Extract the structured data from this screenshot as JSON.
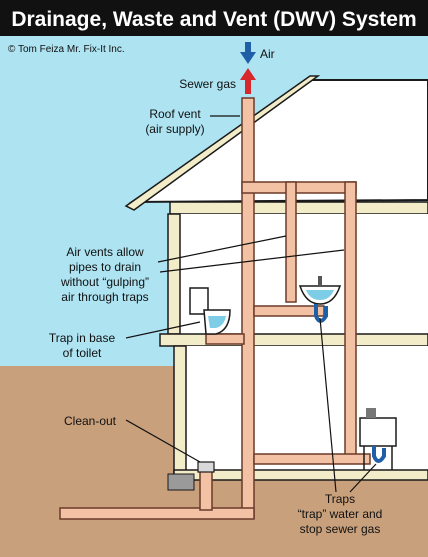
{
  "title": "Drainage, Waste and Vent (DWV) System",
  "copyright": "© Tom Feiza Mr. Fix-It Inc.",
  "labels": {
    "air": "Air",
    "sewer_gas": "Sewer gas",
    "roof_vent_1": "Roof vent",
    "roof_vent_2": "(air supply)",
    "air_vents_1": "Air vents allow",
    "air_vents_2": "pipes to drain",
    "air_vents_3": "without “gulping”",
    "air_vents_4": "air through traps",
    "trap_toilet_1": "Trap in base",
    "trap_toilet_2": "of toilet",
    "clean_out": "Clean-out",
    "traps_1": "Traps",
    "traps_2": "“trap” water and",
    "traps_3": "stop sewer gas"
  },
  "colors": {
    "sky": "#aee3f2",
    "ground": "#c9a07c",
    "pipe": "#f3c1a4",
    "pipe_outline": "#6b3b2a",
    "house_frame": "#f2ecc9",
    "house_interior": "#ffffff",
    "water": "#7ecde6",
    "air_arrow": "#1f5fa8",
    "sewer_gas_arrow": "#d7262c",
    "title_bar": "#111111"
  }
}
